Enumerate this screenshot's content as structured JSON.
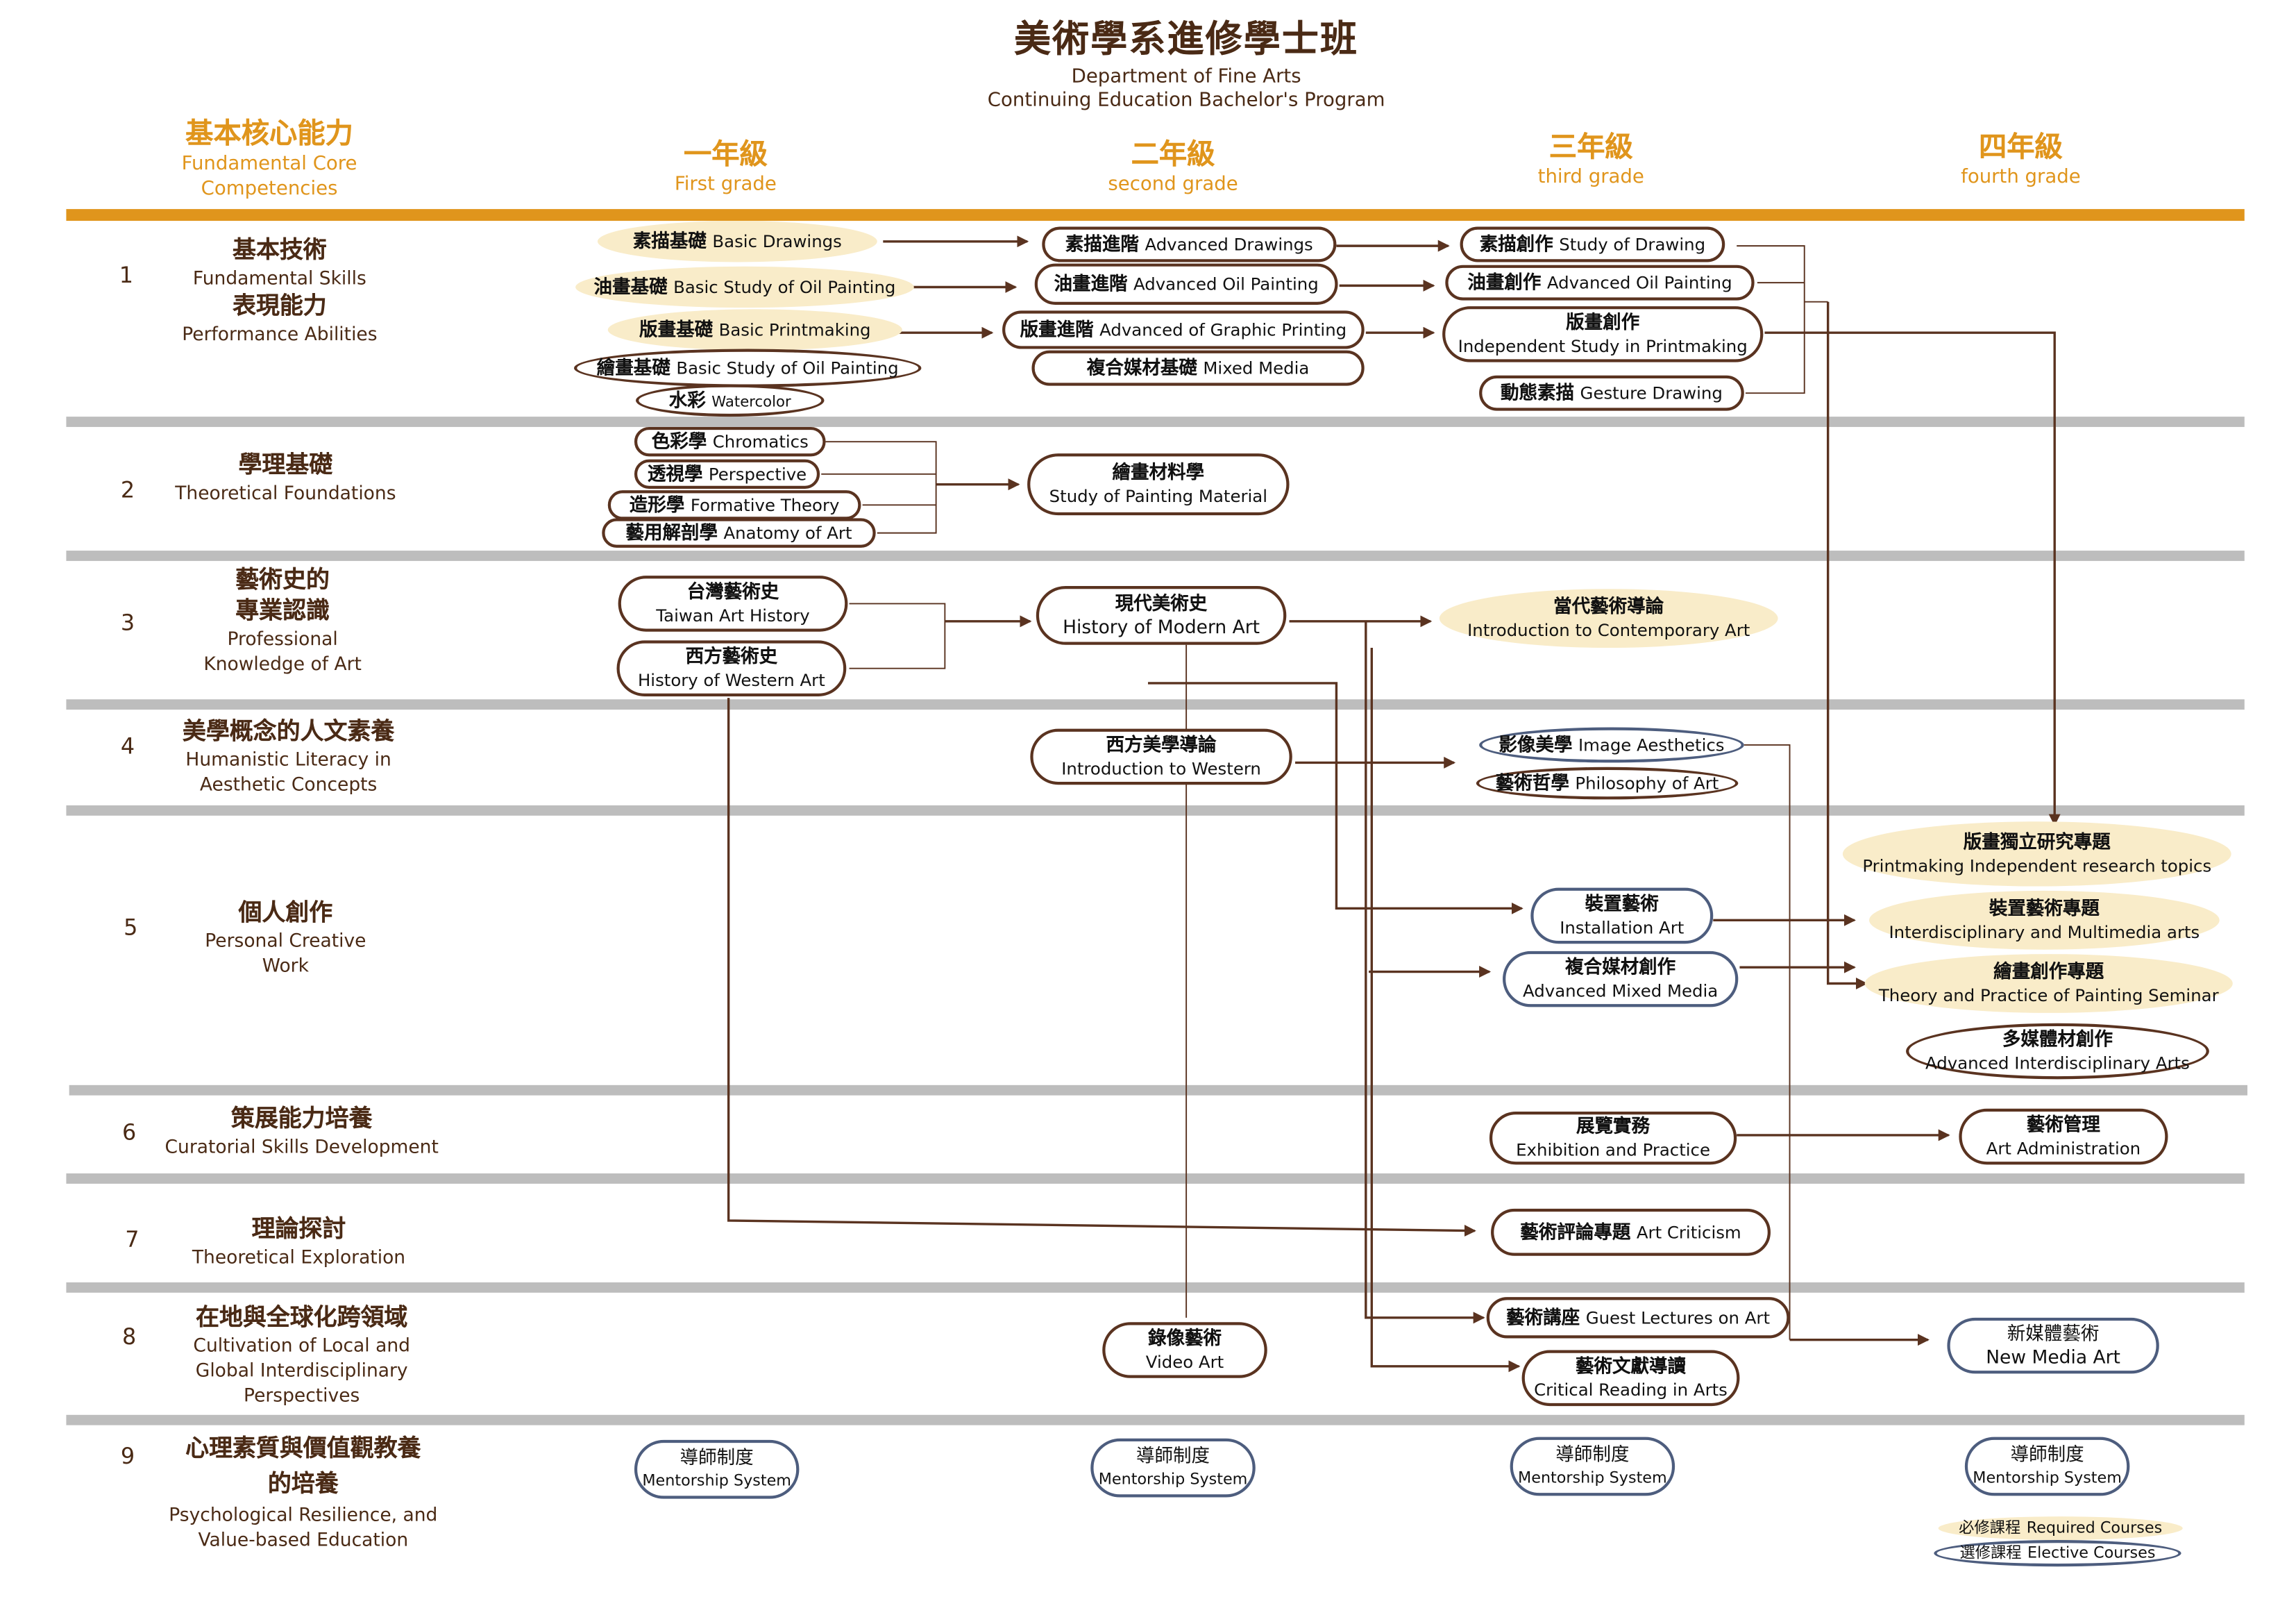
{
  "header": {
    "title": "美術學系進修學士班",
    "subtitle_1": "Department of Fine Arts",
    "subtitle_2": "Continuing Education Bachelor's Program",
    "competency_zh": "基本核心能力",
    "competency_en_1": "Fundamental Core",
    "competency_en_2": "Competencies",
    "grades": [
      {
        "zh": "一年級",
        "en": "First grade"
      },
      {
        "zh": "二年級",
        "en": "second grade"
      },
      {
        "zh": "三年級",
        "en": "third grade"
      },
      {
        "zh": "四年級",
        "en": "fourth grade"
      }
    ]
  },
  "colors": {
    "accent": "#e0951c",
    "text": "#4a2a15",
    "required_fill": "#f9ecc9",
    "required_outline": "#5a3320",
    "elective_outline": "#4d5d7e",
    "separator": "#bdbdbd"
  },
  "rows": [
    {
      "num": "1",
      "lines": [
        "基本技術",
        "Fundamental Skills",
        "表現能力",
        "Performance Abilities"
      ]
    },
    {
      "num": "2",
      "lines": [
        "學理基礎",
        "Theoretical Foundations"
      ]
    },
    {
      "num": "3",
      "lines": [
        "藝術史的",
        "專業認識",
        "Professional",
        "Knowledge of Art"
      ]
    },
    {
      "num": "4",
      "lines": [
        "美學概念的人文素養",
        "Humanistic Literacy in",
        "Aesthetic Concepts"
      ]
    },
    {
      "num": "5",
      "lines": [
        "個人創作",
        "Personal Creative",
        "Work"
      ]
    },
    {
      "num": "6",
      "lines": [
        "策展能力培養",
        "Curatorial Skills Development"
      ]
    },
    {
      "num": "7",
      "lines": [
        "理論探討",
        "Theoretical Exploration"
      ]
    },
    {
      "num": "8",
      "lines": [
        "在地與全球化跨領域",
        "Cultivation of Local and",
        "Global Interdisciplinary",
        "Perspectives"
      ]
    },
    {
      "num": "9",
      "lines": [
        "心理素質與價值觀教養",
        "的培養",
        "Psychological Resilience, and",
        "Value-based Education"
      ]
    }
  ],
  "courses": [
    {
      "zh": "素描基礎",
      "en": "Basic Drawings"
    },
    {
      "zh": "油畫基礎",
      "en": "Basic Study of Oil Painting"
    },
    {
      "zh": "版畫基礎",
      "en": "Basic Printmaking"
    },
    {
      "zh": "繪畫基礎",
      "en": "Basic Study of Oil Painting"
    },
    {
      "zh": "水彩",
      "en": "Watercolor"
    },
    {
      "zh": "素描進階",
      "en": "Advanced Drawings"
    },
    {
      "zh": "油畫進階",
      "en": "Advanced Oil Painting"
    },
    {
      "zh": "版畫進階",
      "en": "Advanced of Graphic Printing"
    },
    {
      "zh": "複合媒材基礎",
      "en": "Mixed Media"
    },
    {
      "zh": "素描創作",
      "en": "Study of Drawing"
    },
    {
      "zh": "油畫創作",
      "en": "Advanced Oil Painting"
    },
    {
      "zh": "版畫創作",
      "en": "Independent Study in Printmaking"
    },
    {
      "zh": "動態素描",
      "en": "Gesture Drawing"
    },
    {
      "zh": "色彩學",
      "en": "Chromatics"
    },
    {
      "zh": "透視學",
      "en": "Perspective"
    },
    {
      "zh": "造形學",
      "en": "Formative Theory"
    },
    {
      "zh": "藝用解剖學",
      "en": "Anatomy of Art"
    },
    {
      "zh": "繪畫材料學",
      "en": "Study of Painting Material"
    },
    {
      "zh": "台灣藝術史",
      "en": "Taiwan Art History"
    },
    {
      "zh": "西方藝術史",
      "en": "History of Western Art"
    },
    {
      "zh": "現代美術史",
      "en": "History of Modern Art"
    },
    {
      "zh": "當代藝術導論",
      "en": "Introduction to Contemporary Art"
    },
    {
      "zh": "西方美學導論",
      "en": "Introduction to Western"
    },
    {
      "zh": "影像美學",
      "en": "Image Aesthetics"
    },
    {
      "zh": "藝術哲學",
      "en": "Philosophy of Art"
    },
    {
      "zh": "版畫獨立研究專題",
      "en": "Printmaking Independent research topics"
    },
    {
      "zh": "裝置藝術專題",
      "en": "Interdisciplinary and Multimedia arts"
    },
    {
      "zh": "繪畫創作專題",
      "en": "Theory and Practice of Painting Seminar"
    },
    {
      "zh": "多媒體材創作",
      "en": "Advanced Interdisciplinary Arts"
    },
    {
      "zh": "裝置藝術",
      "en": "Installation Art"
    },
    {
      "zh": "複合媒材創作",
      "en": "Advanced Mixed Media"
    },
    {
      "zh": "展覽實務",
      "en": "Exhibition and Practice"
    },
    {
      "zh": "藝術管理",
      "en": "Art Administration"
    },
    {
      "zh": "藝術評論專題",
      "en": "Art Criticism"
    },
    {
      "zh": "錄像藝術",
      "en": "Video Art"
    },
    {
      "zh": "藝術講座",
      "en": "Guest Lectures on Art"
    },
    {
      "zh": "藝術文獻導讀",
      "en": "Critical Reading in Arts"
    },
    {
      "zh": "新媒體藝術",
      "en": "New Media Art"
    },
    {
      "zh": "導師制度",
      "en": "Mentorship System"
    }
  ],
  "legend": {
    "required": {
      "zh": "必修課程",
      "en": "Required Courses"
    },
    "elective": {
      "zh": "選修課程",
      "en": "Elective Courses"
    }
  }
}
